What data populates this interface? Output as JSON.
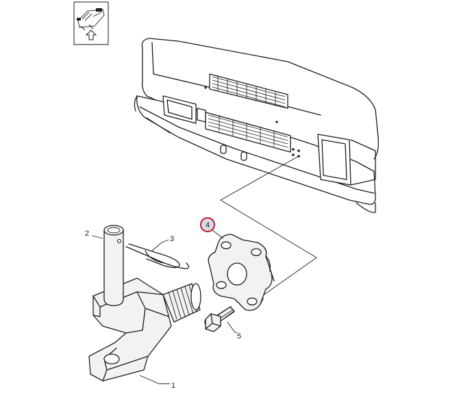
{
  "callouts": {
    "c1": "1",
    "c2": "2",
    "c3": "3",
    "c4": "4",
    "c5": "5"
  },
  "colors": {
    "highlight_ring": "#c0182a",
    "highlight_fill": "#d7dbe6",
    "stroke": "#1a1a1a",
    "part_fill": "#f2f2f2"
  },
  "icons": {
    "view_indicator": "arrow-up-icon"
  }
}
